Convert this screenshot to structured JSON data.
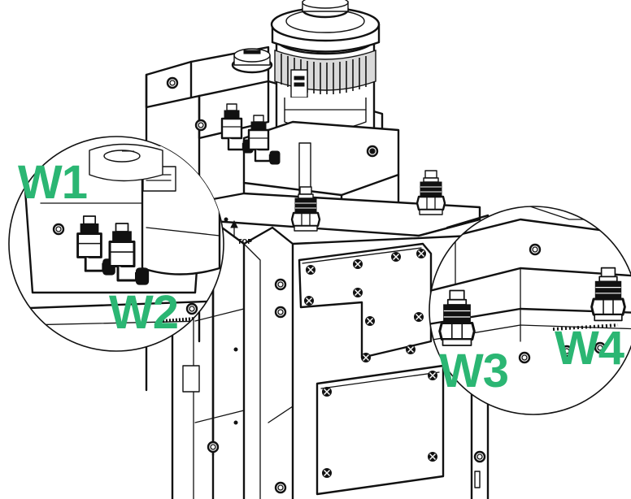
{
  "accent_color": "#2bb673",
  "line_color": "#111111",
  "labels": {
    "w1": "W1",
    "w2": "W2",
    "w3": "W3",
    "w4": "W4",
    "top_marker": "TOP"
  },
  "icons": {
    "fitting": "push-in-fitting",
    "elbow": "elbow-fitting",
    "screw": "screw-head",
    "mount_hole": "mounting-hole"
  }
}
